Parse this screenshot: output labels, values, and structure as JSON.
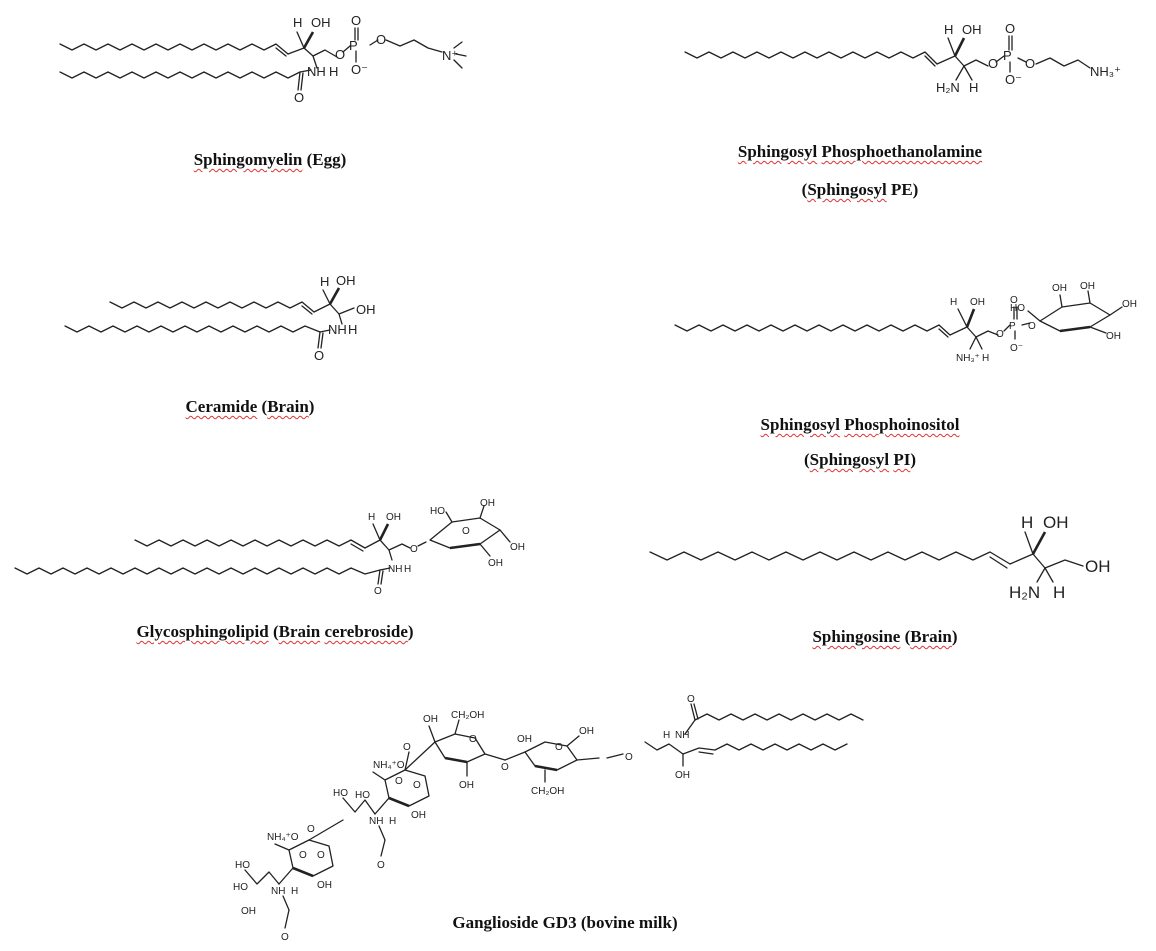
{
  "molecules": [
    {
      "id": "sphingomyelin",
      "caption": [
        {
          "word": "Sphingomyelin",
          "flag": true
        },
        {
          "word": " (Egg)",
          "flag": false
        }
      ],
      "atoms": {
        "h": "H",
        "oh": "OH",
        "o_double": "O",
        "p": "P",
        "o_ester1": "O",
        "o_ester2": "O",
        "o_minus": "O⁻",
        "nplus": "N⁺",
        "nh": "NH",
        "h2": "H",
        "o_amide": "O"
      }
    },
    {
      "id": "sphingosyl-pe",
      "caption": [
        {
          "word": "Sphingosyl",
          "flag": true
        },
        {
          "word": "  ",
          "flag": false
        },
        {
          "word": "Phosphoethanolamine",
          "flag": true
        }
      ],
      "caption2": [
        {
          "word": "(",
          "flag": false
        },
        {
          "word": "Sphingosyl",
          "flag": true
        },
        {
          "word": "  PE)",
          "flag": false
        }
      ],
      "atoms": {
        "h": "H",
        "oh": "OH",
        "o_double": "O",
        "p": "P",
        "o_ester1": "O",
        "o_ester2": "O",
        "o_minus": "O⁻",
        "h2n": "H₂N",
        "h2": "H",
        "nh3": "NH₃⁺"
      }
    },
    {
      "id": "ceramide",
      "caption": [
        {
          "word": "Ceramide",
          "flag": true
        },
        {
          "word": " (",
          "flag": false
        },
        {
          "word": "Brain",
          "flag": true
        },
        {
          "word": ")",
          "flag": false
        }
      ],
      "atoms": {
        "h": "H",
        "oh": "OH",
        "oh2": "OH",
        "nh": "NH",
        "h2": "H",
        "o_amide": "O"
      }
    },
    {
      "id": "sphingosyl-pi",
      "caption": [
        {
          "word": "Sphingosyl",
          "flag": true
        },
        {
          "word": "  ",
          "flag": false
        },
        {
          "word": "Phosphoinositol",
          "flag": true
        }
      ],
      "caption2": [
        {
          "word": "(",
          "flag": false
        },
        {
          "word": "Sphingosyl",
          "flag": true
        },
        {
          "word": " ",
          "flag": false
        },
        {
          "word": "PI",
          "flag": true
        },
        {
          "word": ")",
          "flag": false
        }
      ],
      "atoms": {
        "h": "H",
        "oh": "OH",
        "o_double": "O",
        "p": "P",
        "o_ester1": "O",
        "o_ester2": "O",
        "o_minus": "O⁻",
        "nh3": "NH₃⁺",
        "h2": "H",
        "ho": "HO",
        "oh_a": "OH",
        "oh_b": "OH",
        "oh_c": "OH",
        "oh_d": "OH"
      }
    },
    {
      "id": "glycosphingolipid",
      "caption": [
        {
          "word": "Glycosphingolipid",
          "flag": true
        },
        {
          "word": " (",
          "flag": false
        },
        {
          "word": "Brain",
          "flag": true
        },
        {
          "word": " ",
          "flag": false
        },
        {
          "word": "cerebroside",
          "flag": true
        },
        {
          "word": ")",
          "flag": false
        }
      ],
      "atoms": {
        "h": "H",
        "oh": "OH",
        "o_link": "O",
        "ho": "HO",
        "o_ring": "O",
        "oh_a": "OH",
        "oh_b": "OH",
        "oh_c": "OH",
        "nh": "NH",
        "h2": "H",
        "o_amide": "O"
      }
    },
    {
      "id": "sphingosine",
      "caption": [
        {
          "word": "Sphingosine",
          "flag": true
        },
        {
          "word": " (",
          "flag": false
        },
        {
          "word": "Brain",
          "flag": true
        },
        {
          "word": ")",
          "flag": false
        }
      ],
      "atoms": {
        "h": "H",
        "oh": "OH",
        "oh2": "OH",
        "h2n": "H₂N",
        "h2": "H"
      }
    },
    {
      "id": "ganglioside-gd3",
      "caption": [
        {
          "word": "Ganglioside GD3 (bovine milk)",
          "flag": false
        }
      ],
      "atoms": {
        "oh1": "OH",
        "ch2oh1": "CH₂OH",
        "o_r1": "O",
        "oh2": "OH",
        "o_g1": "O",
        "oh3": "OH",
        "o_r2": "O",
        "oh4": "OH",
        "ch2oh2": "CH₂OH",
        "o_g2": "O",
        "o_nh": "O",
        "nh1": "NH",
        "h1": "H",
        "oh5": "OH",
        "nh4a": "NH₄⁺O",
        "o_c1": "O",
        "o_c2": "O",
        "ho1": "HO",
        "ho2": "HO",
        "o_r3": "O",
        "nh2": "NH",
        "h2": "H",
        "o_ac1": "O",
        "oh6": "OH",
        "nh4b": "NH₄⁺O",
        "o_c3": "O",
        "o_c4": "O",
        "ho3": "HO",
        "ho4": "HO",
        "o_r4": "O",
        "oh7": "OH",
        "oh8": "OH",
        "nh3": "NH",
        "h3": "H",
        "o_ac2": "O"
      }
    }
  ]
}
